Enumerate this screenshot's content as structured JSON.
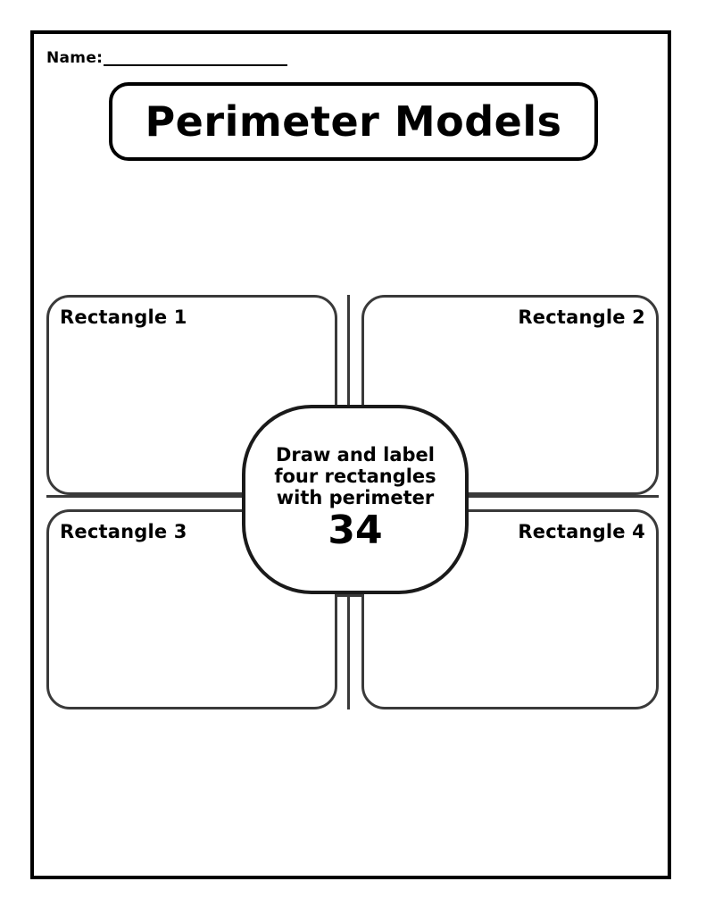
{
  "page": {
    "background_color": "#ffffff",
    "border_color": "#000000"
  },
  "name_field": {
    "label": "Name:",
    "value": "",
    "placeholder": ""
  },
  "title": {
    "text": "Perimeter Models"
  },
  "center_prompt": {
    "line1": "Draw and label",
    "line2": "four rectangles",
    "line3": "with perimeter",
    "number": "34",
    "full_text": "Draw and label four rectangles with perimeter 34"
  },
  "quadrants": [
    {
      "id": "rectangle-1",
      "label": "Rectangle 1",
      "align": "left",
      "content": ""
    },
    {
      "id": "rectangle-2",
      "label": "Rectangle 2",
      "align": "right",
      "content": ""
    },
    {
      "id": "rectangle-3",
      "label": "Rectangle 3",
      "align": "left",
      "content": ""
    },
    {
      "id": "rectangle-4",
      "label": "Rectangle 4",
      "align": "right",
      "content": ""
    }
  ],
  "colors": {
    "ink": "#000000",
    "box_stroke": "#3a3a3a",
    "bubble_stroke": "#1a1a1a",
    "paper": "#ffffff"
  }
}
